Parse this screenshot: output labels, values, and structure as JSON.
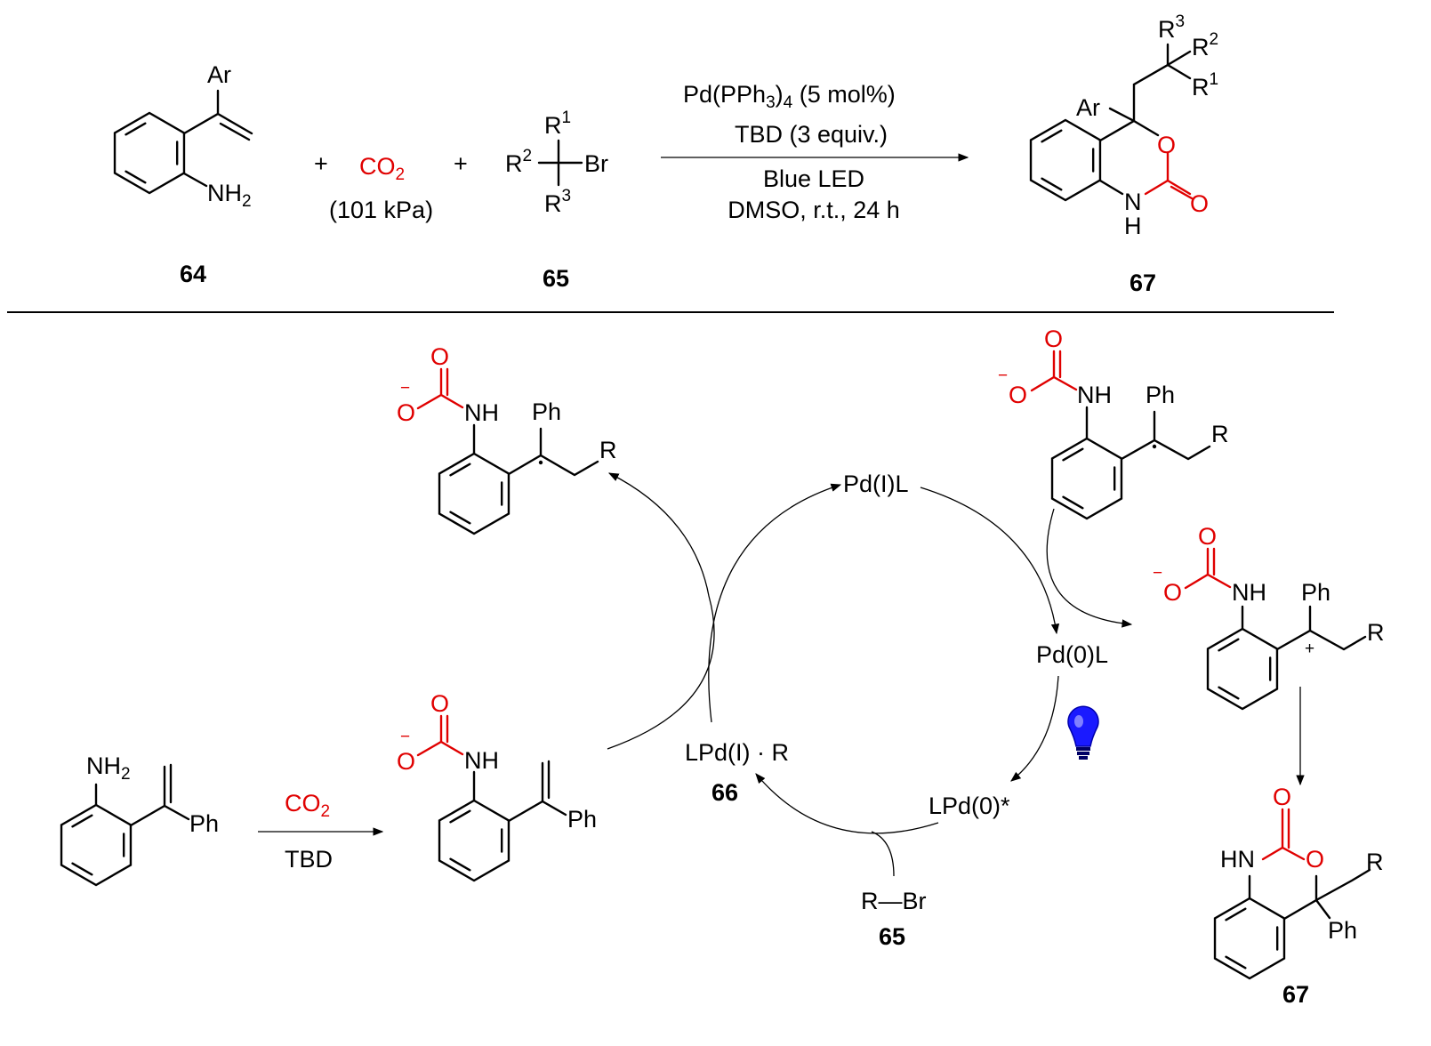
{
  "top_scheme": {
    "reactant_64": {
      "ar": "Ar",
      "nh": "NH",
      "nh_sub": "2",
      "label": "64"
    },
    "plus1": "+",
    "co2": {
      "co": "CO",
      "sub": "2",
      "pressure": "(101 kPa)"
    },
    "plus2": "+",
    "reactant_65": {
      "r1": "R",
      "r1_sup": "1",
      "r2": "R",
      "r2_sup": "2",
      "r3": "R",
      "r3_sup": "3",
      "br": "Br",
      "label": "65"
    },
    "conditions": {
      "catalyst_a": "Pd(PPh",
      "catalyst_sub": "3",
      "catalyst_b": ")",
      "catalyst_sub2": "4",
      "catalyst_c": " (5 mol%)",
      "base": "TBD (3 equiv.)",
      "light": "Blue LED",
      "solvent": "DMSO, r.t., 24 h"
    },
    "product_67": {
      "ar": "Ar",
      "o_ring": "O",
      "o_carbonyl": "O",
      "n": "N",
      "h": "H",
      "r1": "R",
      "r1_sup": "1",
      "r2": "R",
      "r2_sup": "2",
      "r3": "R",
      "r3_sup": "3",
      "label": "67"
    }
  },
  "mechanism": {
    "start": {
      "nh": "NH",
      "nh_sub": "2",
      "ph": "Ph"
    },
    "step1": {
      "reagent_co": "CO",
      "reagent_sub": "2",
      "base": "TBD"
    },
    "carbamate_vinyl": {
      "o": "O",
      "o_minus": "O",
      "charge": "−",
      "nh": "NH",
      "ph": "Ph"
    },
    "radical_left": {
      "o": "O",
      "o_minus": "O",
      "charge": "−",
      "nh": "NH",
      "ph": "Ph",
      "r": "R"
    },
    "radical_right": {
      "o": "O",
      "o_minus": "O",
      "charge": "−",
      "nh": "NH",
      "ph": "Ph",
      "r": "R"
    },
    "cation": {
      "o": "O",
      "o_minus": "O",
      "charge": "−",
      "plus": "+",
      "nh": "NH",
      "ph": "Ph",
      "r": "R"
    },
    "product": {
      "hn": "HN",
      "o_carbonyl": "O",
      "o_ring": "O",
      "ph": "Ph",
      "r": "R",
      "label": "67"
    },
    "cycle": {
      "pd1l": "Pd(I)L",
      "pd0l": "Pd(0)L",
      "lpd0_star": "LPd(0)*",
      "lpd1r": "LPd(I) · R",
      "label_66": "66",
      "rbr": "R—Br",
      "label_65": "65"
    },
    "colors": {
      "heteroatom": "#e00000",
      "bulb": "#1a1aff"
    },
    "icons": [
      "lightbulb-icon"
    ]
  }
}
